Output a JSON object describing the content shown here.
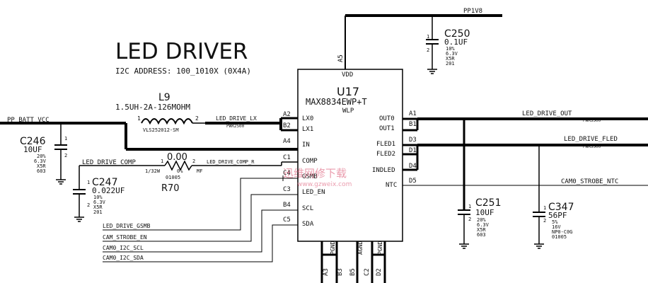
{
  "title": "LED DRIVER",
  "i2c_address": "I2C ADDRESS: 100_1010X (0X4A)",
  "power_rail": "PP1V8",
  "batt_net": "PP_BATT_VCC",
  "chip": {
    "ref": "U17",
    "part": "MAX8834EWP+T",
    "pkg": "WLP",
    "vdd_pin_num": "A5",
    "vdd_pin_name": "VDD",
    "left_pins": [
      {
        "num": "A2",
        "name": "LX0"
      },
      {
        "num": "B2",
        "name": "LX1"
      },
      {
        "num": "A4",
        "name": "IN"
      },
      {
        "num": "C1",
        "name": "COMP"
      },
      {
        "num": "C4",
        "name": "GSMB"
      },
      {
        "num": "C3",
        "name": "LED_EN"
      },
      {
        "num": "B4",
        "name": "SCL"
      },
      {
        "num": "C5",
        "name": "SDA"
      }
    ],
    "right_pins": [
      {
        "num": "A1",
        "name": "OUT0"
      },
      {
        "num": "B1",
        "name": "OUT1"
      },
      {
        "num": "D3",
        "name": "FLED1"
      },
      {
        "num": "D1",
        "name": "FLED2"
      },
      {
        "num": "D4",
        "name": "INDLED"
      },
      {
        "num": "D5",
        "name": "NTC"
      }
    ],
    "bottom_pins": [
      {
        "num": "A3",
        "name": "PGND"
      },
      {
        "num": "B3",
        "name": ""
      },
      {
        "num": "B5",
        "name": "AGND"
      },
      {
        "num": "C2",
        "name": "PGND"
      },
      {
        "num": "D2",
        "name": ""
      }
    ]
  },
  "inductor": {
    "ref": "L9",
    "value": "1.5UH-2A-126MOHM",
    "pin1": "1",
    "pin2": "2",
    "part": "VLS252012-SM"
  },
  "resistor": {
    "ref": "R70",
    "value": "0.00",
    "pin1": "1",
    "pin2": "2",
    "rating": "1/32W",
    "tol": "0%",
    "pkg": "01005",
    "type": "MF"
  },
  "caps": [
    {
      "ref": "C250",
      "value": "0.1UF",
      "lines": [
        "10%",
        "6.3V",
        "X5R",
        "201"
      ]
    },
    {
      "ref": "C246",
      "value": "10UF",
      "lines": [
        "20%",
        "6.3V",
        "X5R",
        "603"
      ]
    },
    {
      "ref": "C247",
      "value": "0.022UF",
      "lines": [
        "10%",
        "6.3V",
        "X5R",
        "201"
      ]
    },
    {
      "ref": "C251",
      "value": "10UF",
      "lines": [
        "20%",
        "6.3V",
        "X5R",
        "603"
      ]
    },
    {
      "ref": "C347",
      "value": "56PF",
      "lines": [
        "5%",
        "16V",
        "NP0-C0G",
        "01005"
      ]
    }
  ],
  "nets": {
    "drive_lx": "LED_DRIVE_LX",
    "drive_lx_sub": "PWR2500",
    "drive_comp": "LED_DRIVE_COMP",
    "drive_comp_r": "LED_DRIVE_COMP_R",
    "drive_out": "LED_DRIVE_OUT",
    "drive_out_sub": "PWR3500",
    "drive_fled": "LED_DRIVE_FLED",
    "drive_fled_sub": "PWR3500",
    "strobe_ntc": "CAM0_STROBE_NTC",
    "drive_gsmb": "LED_DRIVE_GSMB",
    "strobe_en": "CAM_STROBE_EN",
    "i2c_scl": "CAM0_I2C_SCL",
    "i2c_sda": "CAM0_I2C_SDA"
  },
  "pin_labels": {
    "one": "1",
    "two": "2"
  },
  "watermark": {
    "cn": "迅维网修下载",
    "url": "www.gzweix.com"
  }
}
